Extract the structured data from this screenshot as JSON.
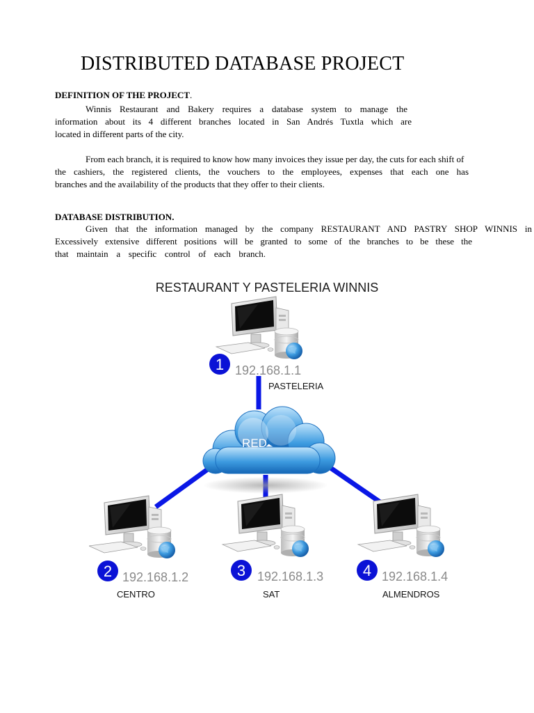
{
  "doc": {
    "title": "DISTRIBUTED DATABASE PROJECT",
    "section1": {
      "heading": "DEFINITION OF THE PROJECT",
      "heading_suffix": ".",
      "para1_lines": [
        "Winnis Restaurant and Bakery requires a database system to manage the",
        "information about its 4 different branches located in San Andrés Tuxtla which are",
        "located in different parts of the city."
      ],
      "para2_lines": [
        "From each branch, it is required to know how many invoices they issue per day, the cuts for each shift of",
        "the cashiers, the registered clients, the vouchers to the employees, expenses that each one has",
        "branches and the availability of the products that they offer to their clients."
      ]
    },
    "section2": {
      "heading": "DATABASE DISTRIBUTION.",
      "para_lines": [
        "Given that the information managed by the company RESTAURANT AND PASTRY SHOP WINNIS in",
        "Excessively extensive different positions will be granted to some of the branches to be these the",
        "that maintain a specific control of each branch."
      ]
    }
  },
  "diagram": {
    "title": "RESTAURANT Y PASTELERIA WINNIS",
    "cloud_label": "RED",
    "colors": {
      "link": "#0a17e6",
      "badge": "#0b12d6",
      "ip_text": "#8a8a8a",
      "cloud": "#2f8fd6"
    },
    "nodes": [
      {
        "number": "1",
        "ip": "192.168.1.1",
        "name": "PASTELERIA"
      },
      {
        "number": "2",
        "ip": "192.168.1.2",
        "name": "CENTRO"
      },
      {
        "number": "3",
        "ip": "192.168.1.3",
        "name": "SAT"
      },
      {
        "number": "4",
        "ip": "192.168.1.4",
        "name": "ALMENDROS"
      }
    ]
  }
}
